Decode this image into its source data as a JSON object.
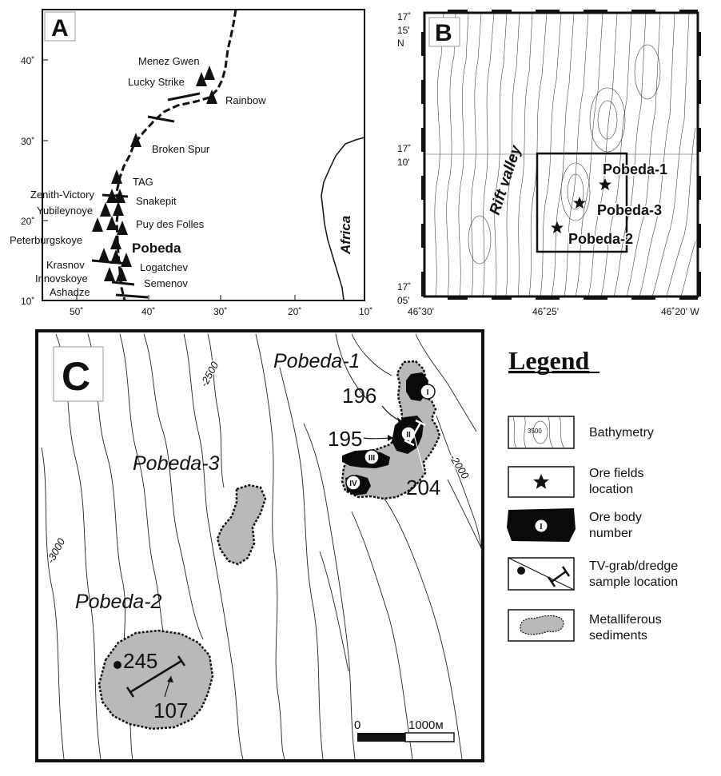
{
  "panel_a": {
    "letter": "A",
    "vents": [
      "Menez Gwen",
      "Lucky Strike",
      "Rainbow",
      "Broken Spur",
      "TAG",
      "Snakepit",
      "Zenith-Victory",
      "Yubileynoye",
      "Puy des Folles",
      "Peterburgskoye",
      "Pobeda",
      "Krasnov",
      "Logatchev",
      "Irinovskoye",
      "Ashadze",
      "Semenov"
    ],
    "continent": "Africa",
    "y_ticks": [
      "40˚",
      "30˚",
      "20˚",
      "10˚"
    ],
    "x_ticks": [
      "50˚",
      "40˚",
      "30˚",
      "20˚",
      "10˚"
    ]
  },
  "panel_b": {
    "letter": "B",
    "lat_top": "17˚\n15'\nN",
    "lat_top_l1": "17˚",
    "lat_top_l2": "15'",
    "lat_top_l3": "N",
    "lat_mid_l1": "17˚",
    "lat_mid_l2": "10'",
    "lat_bot_l1": "17˚",
    "lat_bot_l2": "05'",
    "lon_ticks": [
      "46˚30'",
      "46˚25'",
      "46˚20' W"
    ],
    "rift_label": "Rift valley",
    "fields": [
      "Pobeda-1",
      "Pobeda-3",
      "Pobeda-2"
    ]
  },
  "panel_c": {
    "letter": "C",
    "fields": [
      "Pobeda-1",
      "Pobeda-3",
      "Pobeda-2"
    ],
    "depths": [
      "-2500",
      "-2000",
      "-3000"
    ],
    "samples": [
      "196",
      "195",
      "204",
      "245",
      "107"
    ],
    "ore_bodies": [
      "I",
      "II",
      "III",
      "IV"
    ],
    "scale": [
      "0",
      "1000м"
    ]
  },
  "legend": {
    "title": "Legend",
    "bathy_sample": "3500",
    "items": [
      {
        "label1": "Bathymetry",
        "label2": ""
      },
      {
        "label1": "Ore fields",
        "label2": "location"
      },
      {
        "label1": "Ore body",
        "label2": "number"
      },
      {
        "label1": "TV-grab/dredge",
        "label2": "sample location"
      },
      {
        "label1": "Metalliferous",
        "label2": "sediments"
      }
    ]
  },
  "colors": {
    "ore": "#0a0a0a",
    "sediment": "#b9b9b9",
    "frame": "#111111"
  }
}
